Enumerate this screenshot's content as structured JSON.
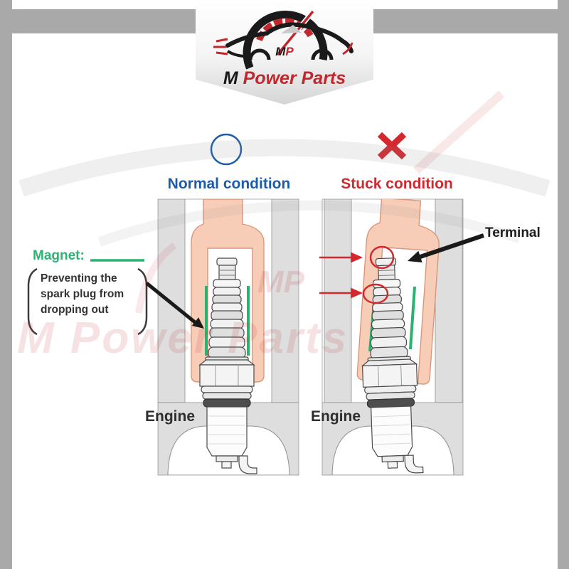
{
  "brand": {
    "monogram_m": "M",
    "monogram_p": "P",
    "name_m": "M",
    "name_rest": "Power Parts"
  },
  "watermark": {
    "monogram": "MP",
    "text": "M Power Parts"
  },
  "conditions": {
    "normal": {
      "label": "Normal condition",
      "symbol": "circle-outline",
      "color": "#1d5caa"
    },
    "stuck": {
      "label": "Stuck condition",
      "symbol": "cross",
      "color": "#d2282e"
    }
  },
  "annotations": {
    "magnet_label": "Magnet:",
    "magnet_note_lines": [
      "Preventing the",
      "spark plug from",
      "dropping out"
    ],
    "terminal_label": "Terminal",
    "engine_label": "Engine"
  },
  "colors": {
    "accent_blue": "#1d5caa",
    "accent_red": "#d2282e",
    "accent_green": "#2db374",
    "socket_fill": "#f8cdb8",
    "socket_stroke": "#da9679",
    "engine_gray": "#dedede",
    "frame_gray": "#a9a9a9",
    "brand_red": "#c1272d",
    "ink": "#2d2d2d"
  }
}
